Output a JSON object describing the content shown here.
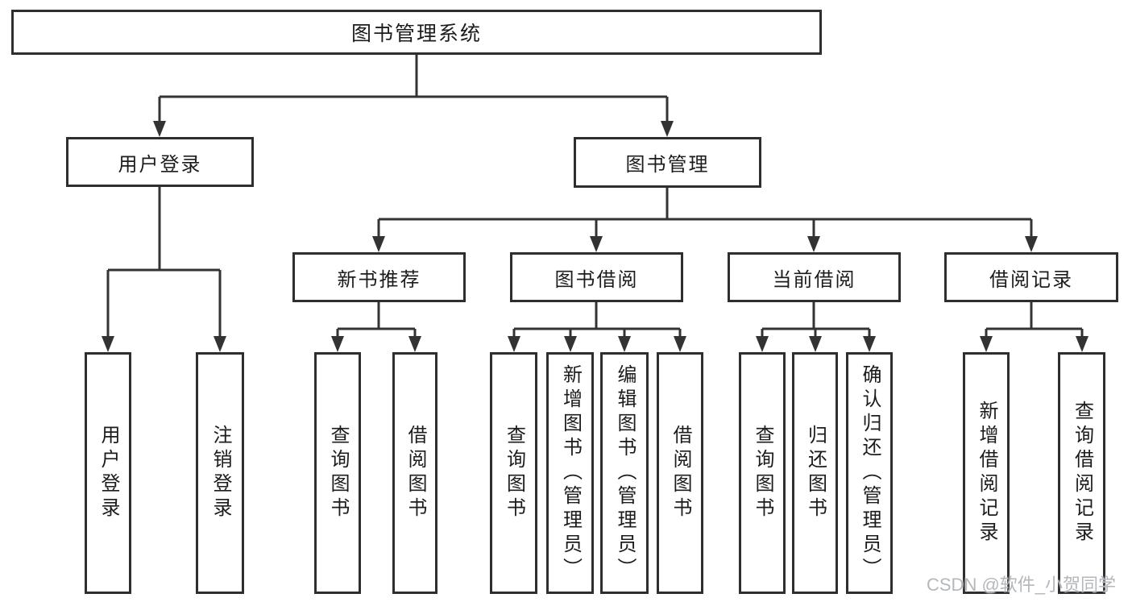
{
  "diagram": {
    "root": {
      "label": "图书管理系统"
    },
    "branches": [
      {
        "label": "用户登录",
        "children": [
          {
            "label": "用户登录"
          },
          {
            "label": "注销登录"
          }
        ]
      },
      {
        "label": "图书管理",
        "children": [
          {
            "label": "新书推荐",
            "children": [
              {
                "label": "查询图书"
              },
              {
                "label": "借阅图书"
              }
            ]
          },
          {
            "label": "图书借阅",
            "children": [
              {
                "label": "查询图书"
              },
              {
                "label": "新增图书（管理员）"
              },
              {
                "label": "编辑图书（管理员）"
              },
              {
                "label": "借阅图书"
              }
            ]
          },
          {
            "label": "当前借阅",
            "children": [
              {
                "label": "查询图书"
              },
              {
                "label": "归还图书"
              },
              {
                "label": "确认归还（管理员）"
              }
            ]
          },
          {
            "label": "借阅记录",
            "children": [
              {
                "label": "新增借阅记录"
              },
              {
                "label": "查询借阅记录"
              }
            ]
          }
        ]
      }
    ]
  },
  "watermark": {
    "text": "CSDN @软件_小贺同学"
  },
  "colors": {
    "line": "#333333",
    "border": "#2e2e2e",
    "text": "#1c1c1c",
    "watermark": "#b4b7bb",
    "background": "#ffffff"
  }
}
